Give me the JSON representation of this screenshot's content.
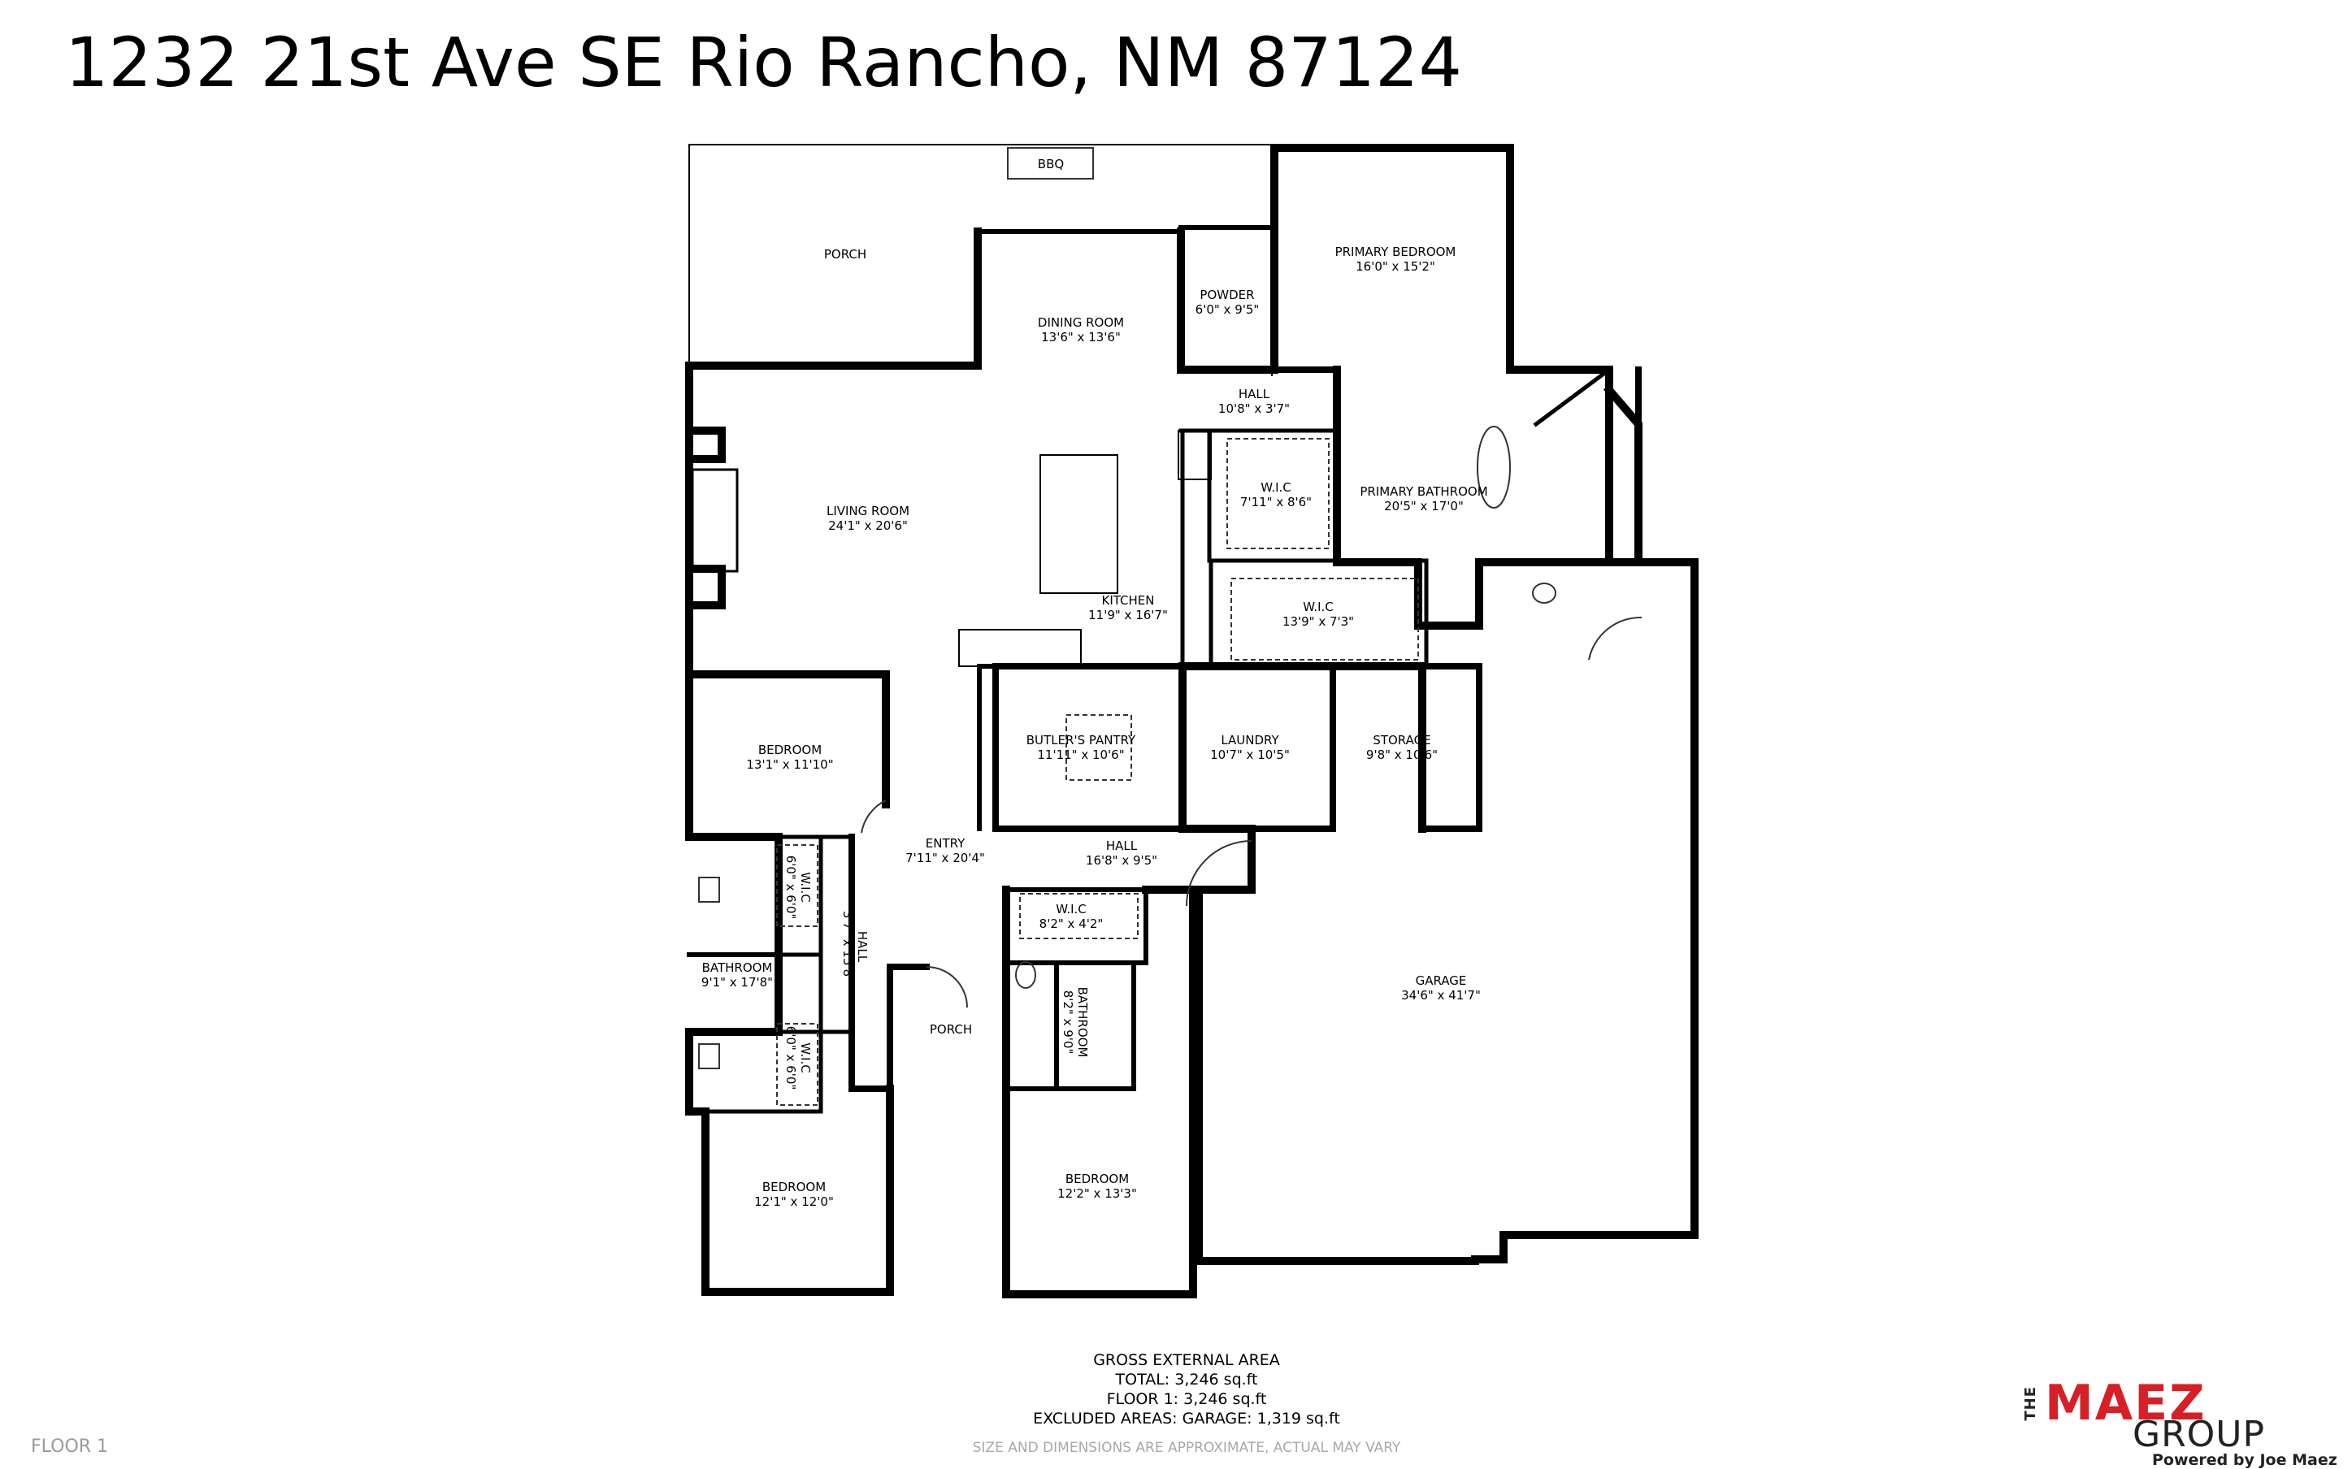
{
  "title": "1232 21st Ave SE Rio Rancho, NM 87124",
  "rooms": [
    {
      "id": "porch-top",
      "name": "PORCH",
      "dims": ""
    },
    {
      "id": "bbq",
      "name": "BBQ",
      "dims": ""
    },
    {
      "id": "dining-room",
      "name": "DINING ROOM",
      "dims": "13'6\" x 13'6\""
    },
    {
      "id": "powder",
      "name": "POWDER",
      "dims": "6'0\" x 9'5\""
    },
    {
      "id": "primary-bedroom",
      "name": "PRIMARY BEDROOM",
      "dims": "16'0\" x 15'2\""
    },
    {
      "id": "hall-top",
      "name": "HALL",
      "dims": "10'8\" x 3'7\""
    },
    {
      "id": "living-room",
      "name": "LIVING ROOM",
      "dims": "24'1\" x 20'6\""
    },
    {
      "id": "wic-1",
      "name": "W.I.C",
      "dims": "7'11\" x 8'6\""
    },
    {
      "id": "primary-bathroom",
      "name": "PRIMARY BATHROOM",
      "dims": "20'5\" x 17'0\""
    },
    {
      "id": "kitchen",
      "name": "KITCHEN",
      "dims": "11'9\" x 16'7\""
    },
    {
      "id": "wic-2",
      "name": "W.I.C",
      "dims": "13'9\" x 7'3\""
    },
    {
      "id": "bedroom-1",
      "name": "BEDROOM",
      "dims": "13'1\" x 11'10\""
    },
    {
      "id": "butlers-pantry",
      "name": "BUTLER'S PANTRY",
      "dims": "11'11\" x 10'6\""
    },
    {
      "id": "laundry",
      "name": "LAUNDRY",
      "dims": "10'7\" x 10'5\""
    },
    {
      "id": "storage",
      "name": "STORAGE",
      "dims": "9'8\" x 10'6\""
    },
    {
      "id": "entry",
      "name": "ENTRY",
      "dims": "7'11\" x 20'4\""
    },
    {
      "id": "hall-mid",
      "name": "HALL",
      "dims": "16'8\" x 9'5\""
    },
    {
      "id": "wic-3",
      "name": "W.I.C",
      "dims": "6'0\" x 6'0\""
    },
    {
      "id": "hall-side",
      "name": "HALL",
      "dims": "3'7\" x 15'8\""
    },
    {
      "id": "wic-4",
      "name": "W.I.C",
      "dims": "8'2\" x 4'2\""
    },
    {
      "id": "bathroom-1",
      "name": "BATHROOM",
      "dims": "9'1\" x 17'8\""
    },
    {
      "id": "bathroom-2",
      "name": "BATHROOM",
      "dims": "8'2\" x 9'0\""
    },
    {
      "id": "garage",
      "name": "GARAGE",
      "dims": "34'6\" x 41'7\""
    },
    {
      "id": "porch-front",
      "name": "PORCH",
      "dims": ""
    },
    {
      "id": "wic-5",
      "name": "W.I.C",
      "dims": "6'0\" x 6'0\""
    },
    {
      "id": "bedroom-2",
      "name": "BEDROOM",
      "dims": "12'1\" x 12'0\""
    },
    {
      "id": "bedroom-3",
      "name": "BEDROOM",
      "dims": "12'2\" x 13'3\""
    }
  ],
  "area": {
    "heading": "GROSS EXTERNAL AREA",
    "total": "TOTAL: 3,246 sq.ft",
    "floor1": "FLOOR 1: 3,246 sq.ft",
    "excluded": "EXCLUDED AREAS: GARAGE: 1,319 sq.ft"
  },
  "floor_label": "FLOOR 1",
  "disclaimer": "SIZE AND DIMENSIONS ARE APPROXIMATE, ACTUAL MAY VARY",
  "logo": {
    "the": "THE",
    "name": "MAEZ",
    "group": "GROUP",
    "powered": "Powered by Joe Maez",
    "accent": "#d71f26"
  },
  "colors": {
    "wall": "#000000",
    "thin": "#555555"
  }
}
